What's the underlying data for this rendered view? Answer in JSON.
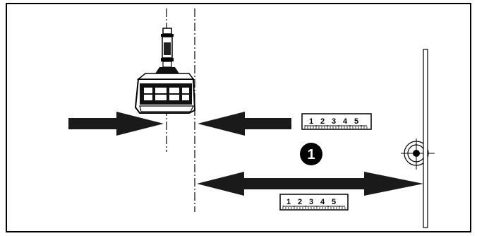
{
  "diagram": {
    "callout_number": "1",
    "ruler_scale_labels": [
      "1",
      "2",
      "3",
      "4",
      "5"
    ],
    "colors": {
      "ink": "#000000",
      "arrow": "#1a1a1a",
      "paper": "#ffffff"
    },
    "icons": [
      "projector-icon",
      "ceiling-mount-icon",
      "crosshair-target-icon",
      "ruler-icon"
    ]
  }
}
